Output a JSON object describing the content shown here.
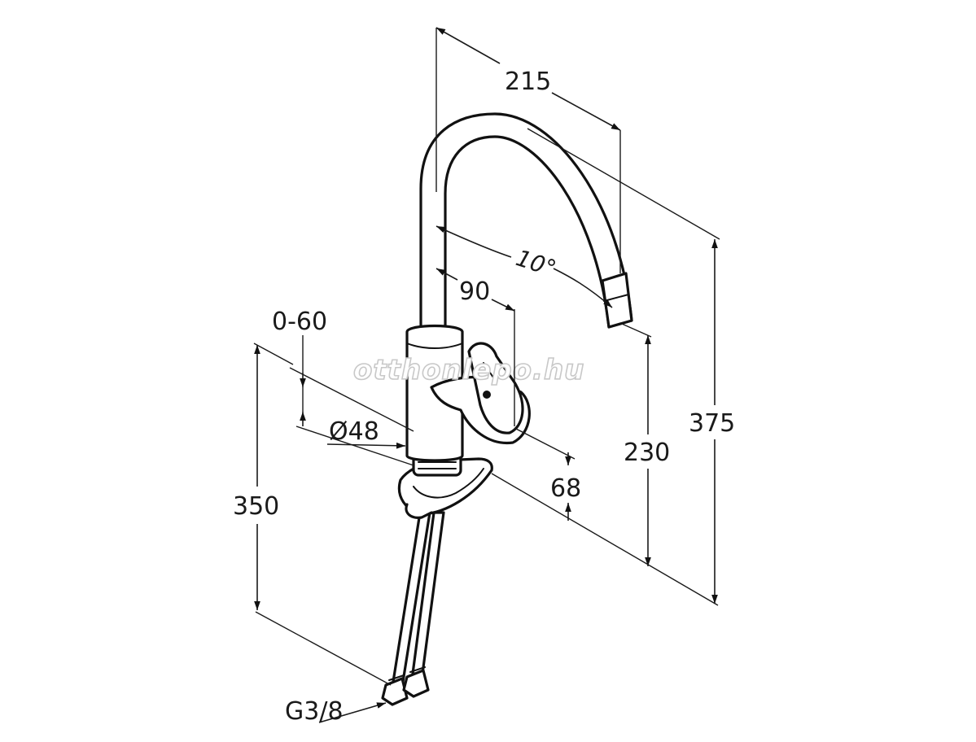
{
  "dimensions": {
    "spout_reach": "215",
    "swivel_angle": "10°",
    "lever_offset": "90",
    "deck_thickness": "0-60",
    "base_diameter": "Ø48",
    "lever_height": "68",
    "outlet_height": "230",
    "total_height": "375",
    "hose_length": "350",
    "connection_thread": "G3/8"
  },
  "watermark": "otthonlepo.hu",
  "colors": {
    "line": "#111111",
    "background": "#ffffff",
    "watermark_outline": "#c8c8c8"
  }
}
